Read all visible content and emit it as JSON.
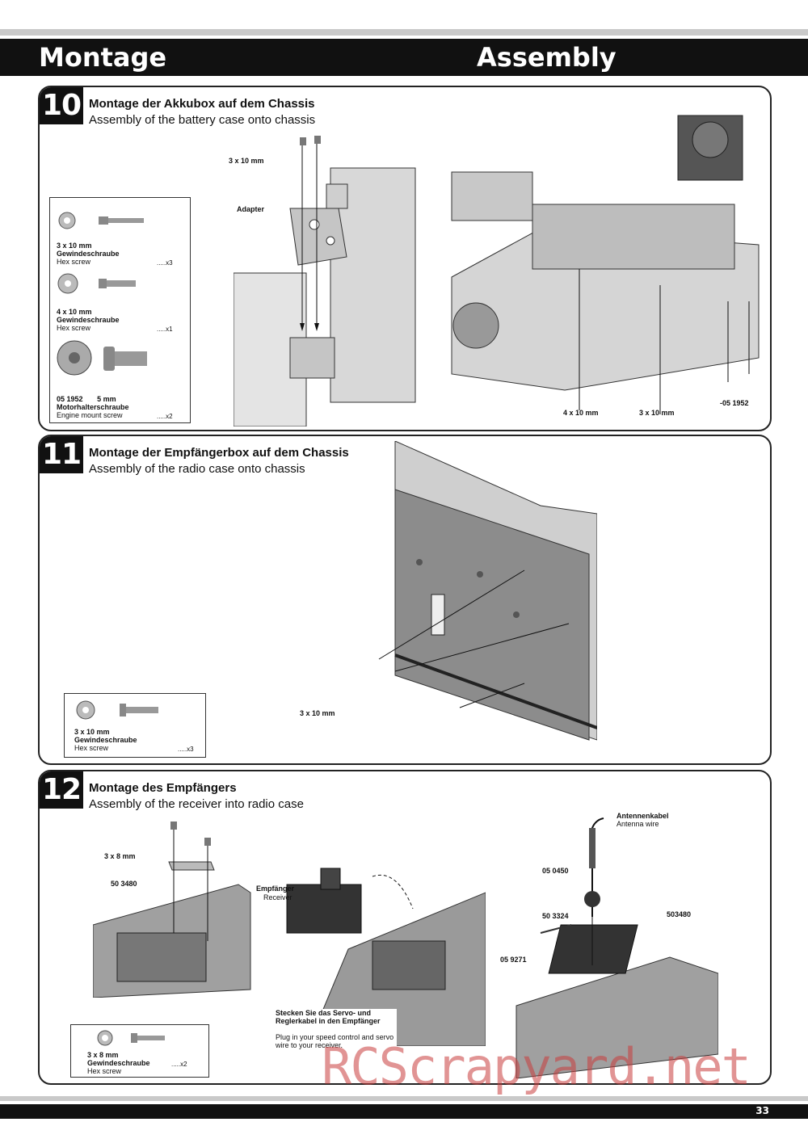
{
  "header": {
    "title_de": "Montage",
    "title_en": "Assembly"
  },
  "page_number": "33",
  "watermark": "RCScrapyard.net",
  "steps": [
    {
      "number": "10",
      "title_de": "Montage der Akkubox auf dem Chassis",
      "title_en": "Assembly of the battery case onto chassis",
      "parts": [
        {
          "size": "3 x 10 mm",
          "name_de": "Gewindeschraube",
          "name_en": "Hex screw",
          "qty": ".....x3"
        },
        {
          "size": "4 x 10 mm",
          "name_de": "Gewindeschraube",
          "name_en": "Hex screw",
          "qty": ".....x1"
        },
        {
          "size": "05 1952",
          "size2": "5 mm",
          "name_de": "Motorhalterschraube",
          "name_en": "Engine mount screw",
          "qty": ".....x2"
        }
      ],
      "callouts": {
        "screw_top": "3 x 10 mm",
        "adapter": "Adapter",
        "screw_a": "4 x 10 mm",
        "screw_b": "3 x 10 mm",
        "part_no": "-05 1952"
      }
    },
    {
      "number": "11",
      "title_de": "Montage der Empfängerbox auf dem Chassis",
      "title_en": "Assembly of the radio case onto chassis",
      "parts": [
        {
          "size": "3 x 10 mm",
          "name_de": "Gewindeschraube",
          "name_en": "Hex screw",
          "qty": ".....x3"
        }
      ],
      "callouts": {
        "screws": "3 x 10 mm"
      }
    },
    {
      "number": "12",
      "title_de": "Montage des Empfängers",
      "title_en": "Assembly of the receiver into radio case",
      "parts": [
        {
          "size": "3 x 8 mm",
          "name_de": "Gewindeschraube",
          "name_en": "Hex screw",
          "qty": ".....x2"
        }
      ],
      "callouts": {
        "screws": "3 x 8 mm",
        "part_50_3480": "50 3480",
        "receiver_de": "Empfänger",
        "receiver_en": "Receiver",
        "note_de": "Stecken Sie das Servo- und Reglerkabel in den Empfänger",
        "note_en": "Plug in your speed control and servo wire to your receiver.",
        "antenna_de": "Antennenkabel",
        "antenna_en": "Antenna wire",
        "part_05_0450": "05 0450",
        "part_50_3324": "50 3324",
        "part_503480": "503480",
        "part_05_9271": "05 9271"
      }
    }
  ]
}
